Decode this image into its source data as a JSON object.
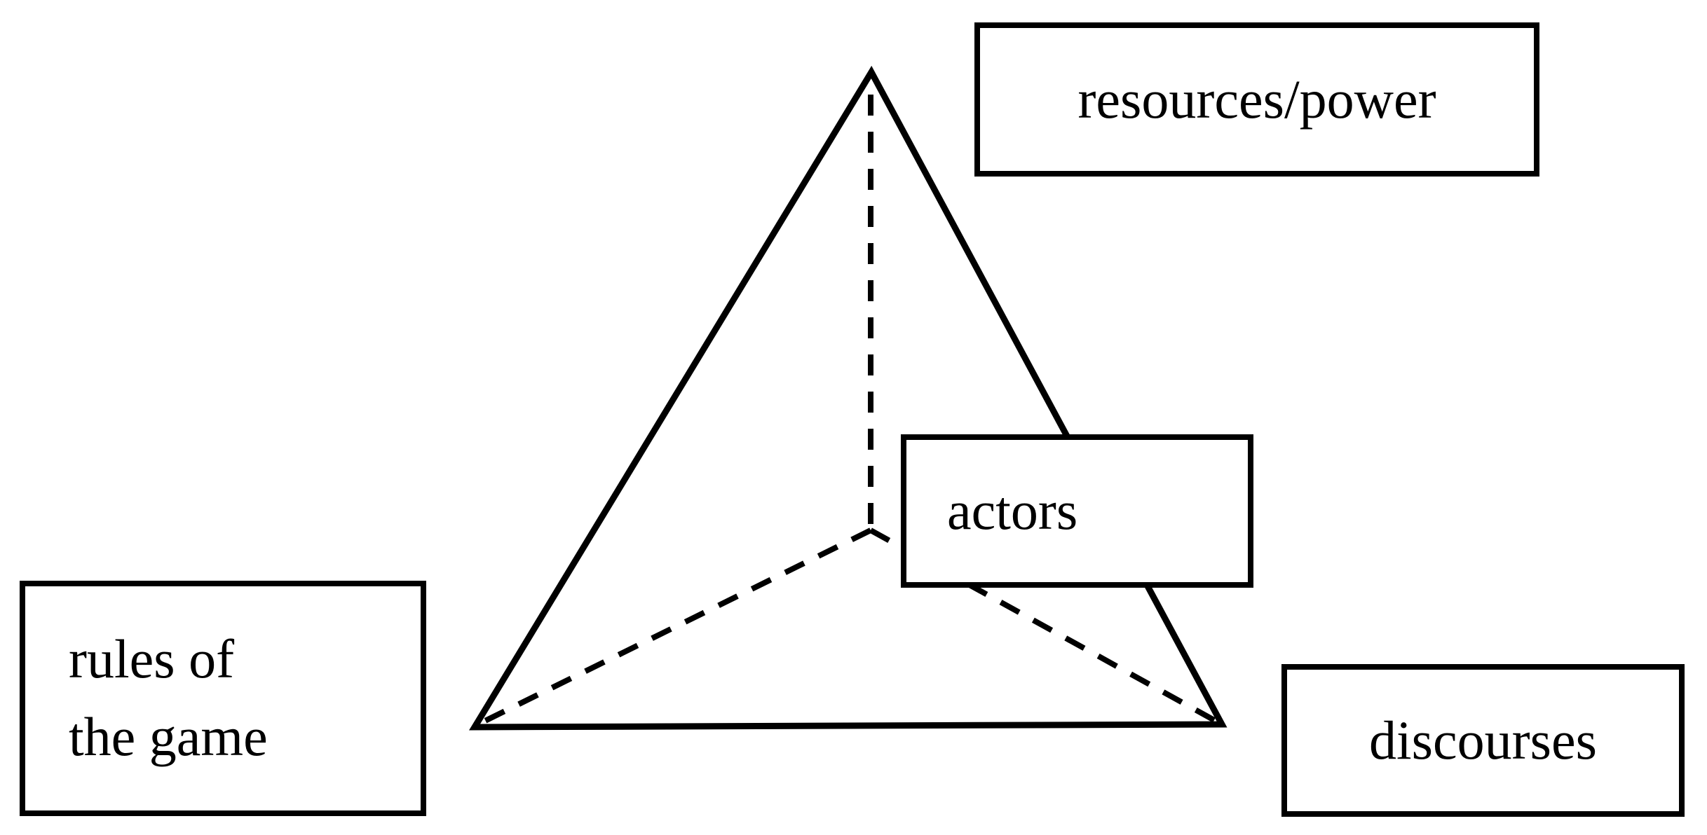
{
  "diagram": {
    "background_color": "#ffffff",
    "line_color": "#000000",
    "figure": "tetrahedron-with-dashed-hidden-edges",
    "nodes": {
      "resources_power": {
        "label": "resources/power"
      },
      "actors": {
        "label": "actors"
      },
      "rules_of_the_game": {
        "label": "rules of\nthe game"
      },
      "discourses": {
        "label": "discourses"
      }
    }
  }
}
